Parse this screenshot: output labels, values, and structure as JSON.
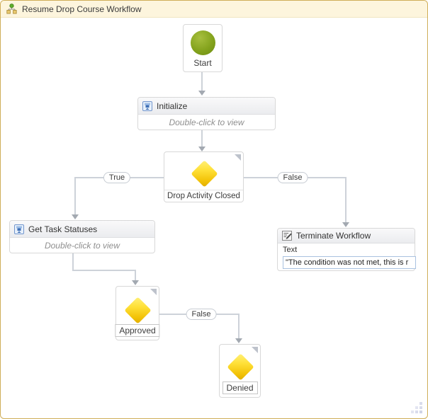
{
  "window": {
    "title": "Resume Drop Course Workflow"
  },
  "colors": {
    "panel_border": "#cfae58",
    "titlebar_bg": "#fdf5dd",
    "connector": "#cdd2d9",
    "arrowhead": "#a3a9b1",
    "diamond_yellow_top": "#ffe94f",
    "diamond_yellow_bottom": "#e0ad00",
    "start_green": "#84a31d",
    "header_gradient_top": "#f9f9fa",
    "header_gradient_bottom": "#ebecef",
    "input_border": "#a9c2e0"
  },
  "nodes": {
    "start": {
      "label": "Start"
    },
    "initialize": {
      "label": "Initialize",
      "body": "Double-click to view"
    },
    "decision_drop": {
      "label": "Drop Activity Closed"
    },
    "get_task_statuses": {
      "label": "Get Task Statuses",
      "body": "Double-click to view"
    },
    "terminate": {
      "label": "Terminate Workflow",
      "text_label": "Text",
      "text_value": "\"The condition was not met, this is r"
    },
    "approved": {
      "label": "Approved"
    },
    "denied": {
      "label": "Denied"
    }
  },
  "connectors": {
    "decision_true": "True",
    "decision_false": "False",
    "approved_false": "False"
  }
}
